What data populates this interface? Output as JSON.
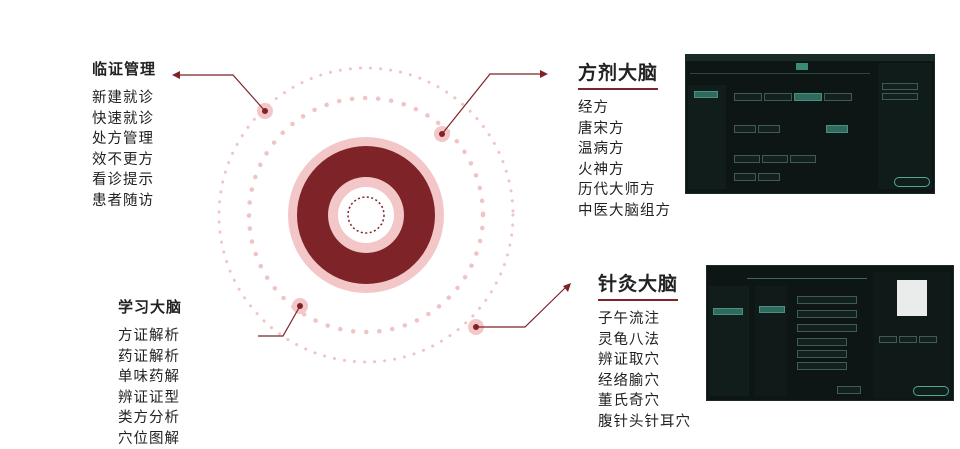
{
  "groups": {
    "clinical": {
      "title": "临证管理",
      "items": [
        "新建就诊",
        "快速就诊",
        "处方管理",
        "效不更方",
        "看诊提示",
        "患者随访"
      ]
    },
    "formula": {
      "title": "方剂大脑",
      "items": [
        "经方",
        "唐宋方",
        "温病方",
        "火神方",
        "历代大师方",
        "中医大脑组方"
      ]
    },
    "study": {
      "title": "学习大脑",
      "items": [
        "方证解析",
        "药证解析",
        "单味药解",
        "辨证证型",
        "类方分析",
        "穴位图解"
      ]
    },
    "acupuncture": {
      "title": "针灸大脑",
      "items": [
        "子午流注",
        "灵龟八法",
        "辨证取穴",
        "经络腧穴",
        "董氏奇穴",
        "腹针头针耳穴"
      ]
    }
  },
  "colors": {
    "dark_red": "#7e2328",
    "light_pink": "#f3c7c7",
    "dot_pink": "#f0c0c0",
    "screen_bg": "#0d1614",
    "screen_accent": "#2f6a5e"
  }
}
